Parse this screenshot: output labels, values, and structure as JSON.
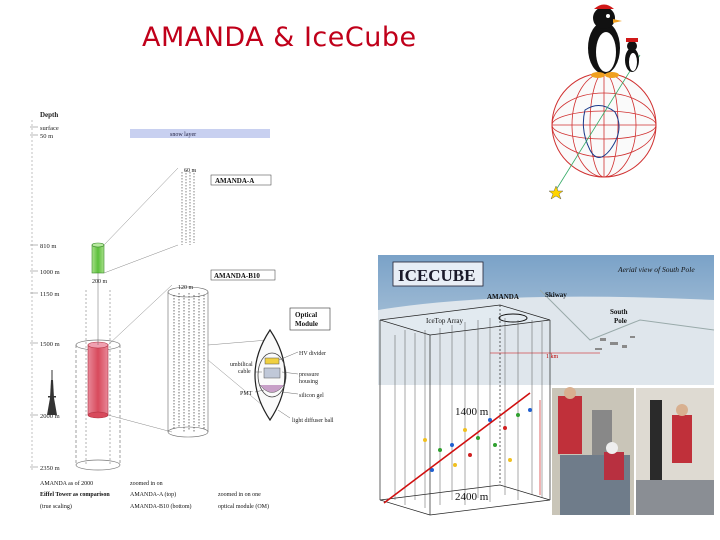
{
  "slide": {
    "title": "AMANDA & IceCube"
  },
  "depth_diagram": {
    "depth_header": "Depth",
    "depths": [
      "surface",
      "50 m",
      "810 m",
      "1000 m",
      "1150 m",
      "1500 m",
      "2000 m",
      "2350 m"
    ],
    "snow_layer": "snow layer",
    "labels": {
      "amanda_a": "AMANDA-A",
      "amanda_b10": "AMANDA-B10",
      "d60": "60 m",
      "d200": "200 m",
      "d120": "120 m",
      "optical_module": "Optical\nModule",
      "hv_divider": "HV divider",
      "umbilical": "umbilical\ncable",
      "pressure_housing": "pressure\nhousing",
      "pmt": "PMT",
      "silicon_gel": "silicon gel",
      "diffuser": "light diffuser ball"
    },
    "captions": {
      "col1": [
        "AMANDA as of 2000",
        "Eiffel Tower as comparison",
        "(true scaling)"
      ],
      "col2": [
        "zoomed in on",
        "AMANDA-A (top)",
        "AMANDA-B10 (bottom)"
      ],
      "col3": [
        "zoomed in on one",
        "optical module (OM)"
      ]
    }
  },
  "icecube_panel": {
    "logo": "ICECUBE",
    "aerial_caption": "Aerial view of South Pole",
    "amanda_label": "AMANDA",
    "skiway": "Skiway",
    "south_pole": "South\nPole",
    "icetop": "IceTop Array",
    "d1400": "1400 m",
    "d2400": "2400 m",
    "d1km": "1 km"
  },
  "colors": {
    "title": "#c0001a",
    "green_cylinder": "#7ccf5a",
    "red_cylinder": "#e06070",
    "snow_bar": "#c8d0f0"
  }
}
